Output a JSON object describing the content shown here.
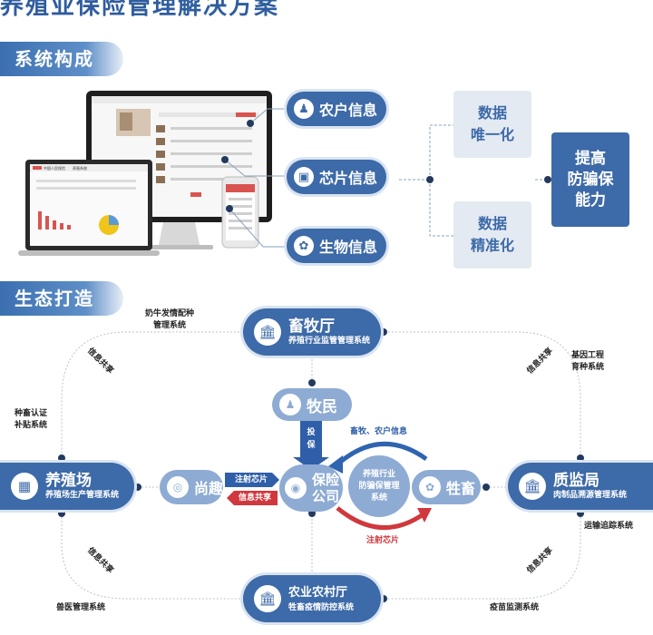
{
  "title": "养殖业保险管理解决方案",
  "sections": {
    "system": "系统构成",
    "ecology": "生态打造"
  },
  "system": {
    "pills": [
      {
        "label": "农户信息",
        "icon": "farmer-icon"
      },
      {
        "label": "芯片信息",
        "icon": "chip-icon"
      },
      {
        "label": "生物信息",
        "icon": "biometric-icon"
      }
    ],
    "data_boxes": [
      "数据\n唯一化",
      "数据\n精准化"
    ],
    "result": "提高\n防骗保\n能力"
  },
  "ecology": {
    "top": {
      "title": "畜牧厅",
      "subtitle": "养殖行业监管管理系统"
    },
    "left": {
      "title": "养殖场",
      "subtitle": "养殖场生产管理系统"
    },
    "right": {
      "title": "质监局",
      "subtitle": "肉制品溯源管理系统"
    },
    "bottom": {
      "title": "农业农村厅",
      "subtitle": "牲畜疫情防控系统"
    },
    "herder": "牧民",
    "shangqu": "尚趣",
    "insurance": "保险\n公司",
    "livestock": "牲畜",
    "center_circle": "养殖行业\n防骗保管理\n系统",
    "arrows": {
      "invest": "投\n保",
      "inject_chip": "注射芯片",
      "share_info": "信息共享",
      "herd_info": "畜牧、农户信息",
      "inject_chip_bottom": "注射芯片"
    },
    "side_labels": {
      "dairy": "奶牛发情配种\n管理系统",
      "gene": "基因工程\n育种系统",
      "breed": "种畜认证\n补贴系统",
      "transport": "运输追踪系统",
      "vet": "兽医管理系统",
      "vaccine": "疫苗监测系统"
    },
    "diag_labels": {
      "tl": "信息共享",
      "tr": "信息共享",
      "bl": "信息共享",
      "br": "信息共享"
    }
  },
  "mockup": {
    "laptop_brand": "中国人民保险",
    "laptop_tab": "养殖系统"
  }
}
